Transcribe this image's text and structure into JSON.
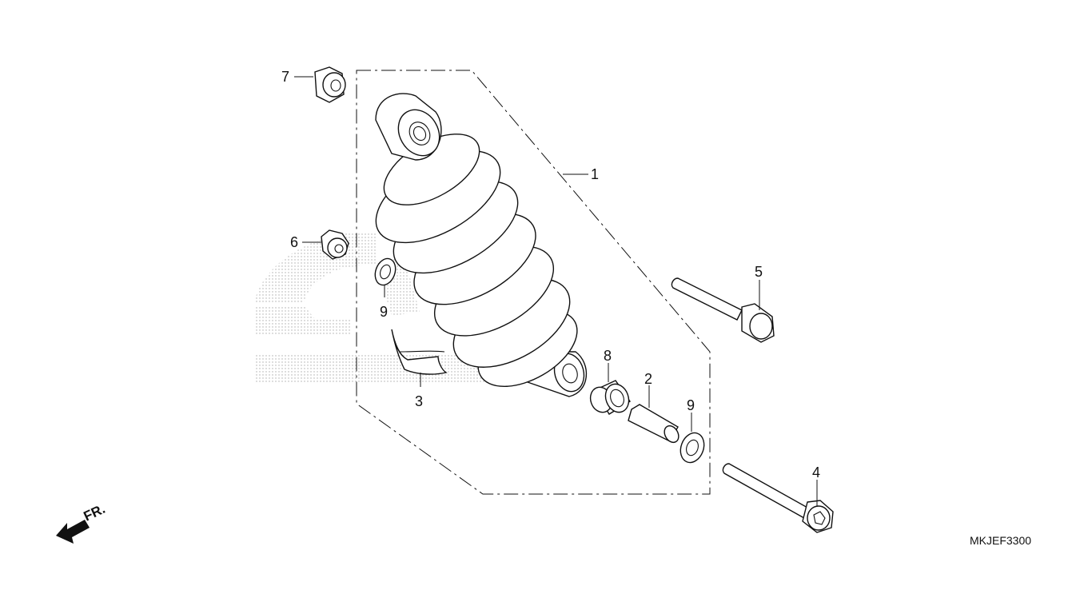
{
  "diagram": {
    "callouts": [
      {
        "id": "c7",
        "label": "7"
      },
      {
        "id": "c6",
        "label": "6"
      },
      {
        "id": "c9a",
        "label": "9"
      },
      {
        "id": "c3",
        "label": "3"
      },
      {
        "id": "c1",
        "label": "1"
      },
      {
        "id": "c5",
        "label": "5"
      },
      {
        "id": "c8",
        "label": "8"
      },
      {
        "id": "c2",
        "label": "2"
      },
      {
        "id": "c9b",
        "label": "9"
      },
      {
        "id": "c4",
        "label": "4"
      }
    ],
    "direction_label": "FR.",
    "drawing_code": "MKJEF3300",
    "watermark_logo": "HONDA",
    "colors": {
      "line": "#111111",
      "watermark": "#bbbbbb",
      "background": "#ffffff"
    }
  }
}
